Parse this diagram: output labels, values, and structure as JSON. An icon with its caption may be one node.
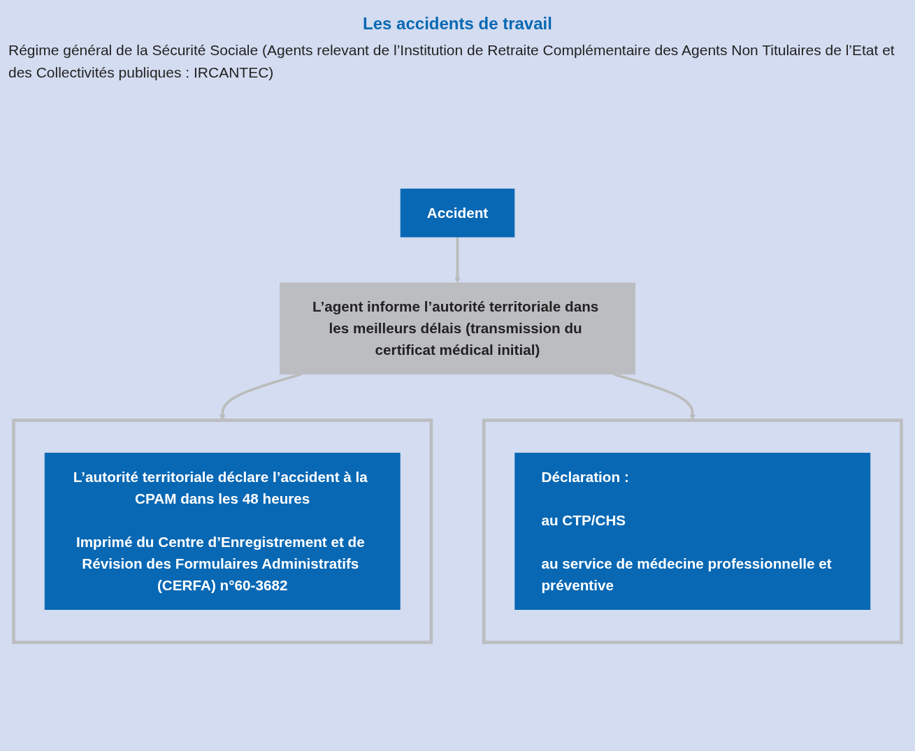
{
  "diagram": {
    "title": "Les accidents de travail",
    "nodes": [
      {
        "text": [
          "Accident"
        ]
      },
      {
        "text": [
          "L’agent informe l’autorité territoriale dans les meilleurs délais (transmission du certificat médical initial)"
        ]
      },
      {
        "text": [],
        "shape": "box"
      },
      {
        "text": [
          "L’autorité territoriale déclare l’accident à la CPAM dans les 48 heures",
          "Imprimé du Centre d’Enregistrement et de Révision des Formulaires Administratifs (CERFA) n°60-3682"
        ],
        "in": 2
      },
      {
        "text": [],
        "shape": "box"
      },
      {
        "text": [
          "Déclaration :",
          "au CTP/CHS",
          "au service de médecine professionnelle et préventive"
        ],
        "in": 4
      }
    ],
    "edges": [
      {
        "from": 0,
        "to": 1,
        "arrow": "to"
      },
      {
        "from": 1,
        "to": 2,
        "arrow": "to"
      },
      {
        "from": 1,
        "to": 4,
        "arrow": "to"
      }
    ],
    "labels": [
      "Régime général de la Sécurité Sociale (Agents relevant de l’Institution de Retraite Complémentaire des Agents Non Titulaires de l’Etat et des Collectivités publiques : IRCANTEC)"
    ]
  }
}
